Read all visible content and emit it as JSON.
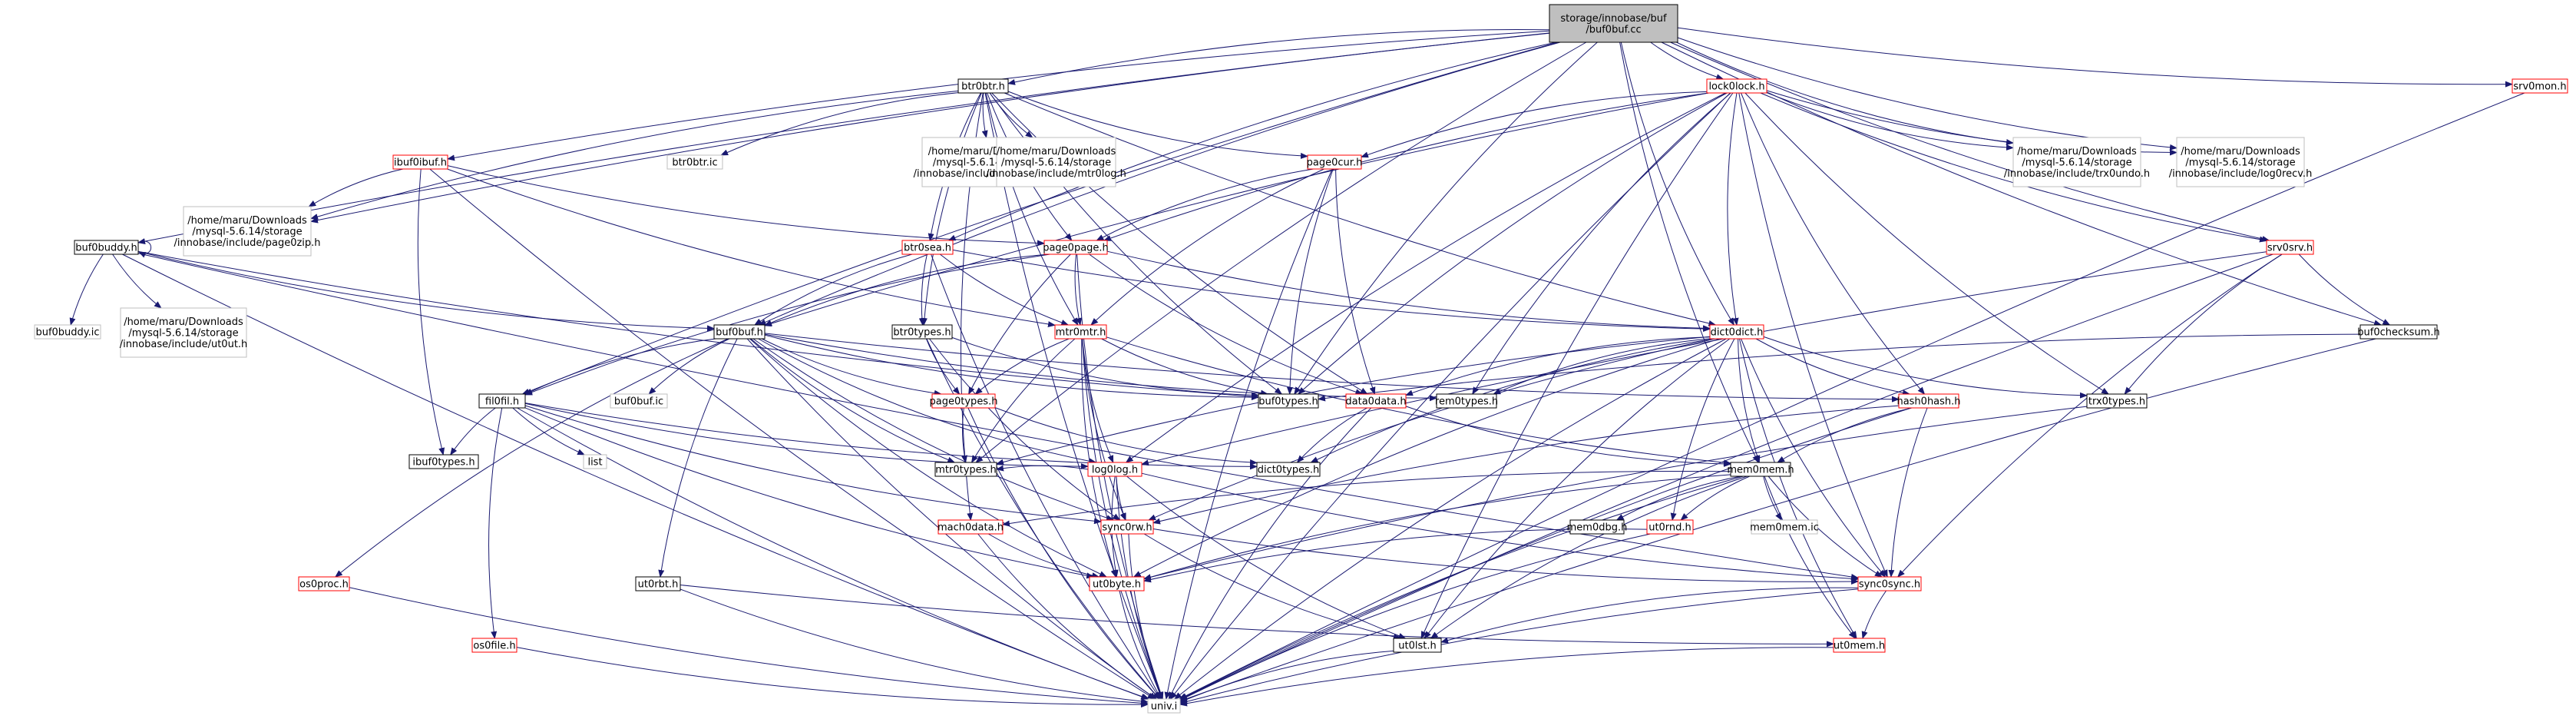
{
  "graph": {
    "colors": {
      "edge": "#191970",
      "border_default": "#000000",
      "border_red": "#ff0000",
      "border_gray": "#bfbfbf",
      "root_fill": "#bfbfbf",
      "node_fill": "#ffffff"
    },
    "nodes": {
      "root": {
        "lines": [
          "storage/innobase/buf",
          "/buf0buf.cc"
        ],
        "style": "root"
      },
      "btr0btr": {
        "lines": [
          "btr0btr.h"
        ],
        "style": "black"
      },
      "lock0lock": {
        "lines": [
          "lock0lock.h"
        ],
        "style": "red"
      },
      "srv0mon": {
        "lines": [
          "srv0mon.h"
        ],
        "style": "red"
      },
      "ibuf0ibuf": {
        "lines": [
          "ibuf0ibuf.h"
        ],
        "style": "red"
      },
      "btr0btr_ic": {
        "lines": [
          "btr0btr.ic"
        ],
        "style": "gray"
      },
      "rem0cmp": {
        "lines": [
          "/home/maru/Downloads",
          "/mysql-5.6.14/storage",
          "/innobase/include/rem0cmp.h"
        ],
        "style": "gray"
      },
      "mtr0log": {
        "lines": [
          "/home/maru/Downloads",
          "/mysql-5.6.14/storage",
          "/innobase/include/mtr0log.h"
        ],
        "style": "gray"
      },
      "page0cur": {
        "lines": [
          "page0cur.h"
        ],
        "style": "red"
      },
      "trx0undo": {
        "lines": [
          "/home/maru/Downloads",
          "/mysql-5.6.14/storage",
          "/innobase/include/trx0undo.h"
        ],
        "style": "gray"
      },
      "log0recv": {
        "lines": [
          "/home/maru/Downloads",
          "/mysql-5.6.14/storage",
          "/innobase/include/log0recv.h"
        ],
        "style": "gray"
      },
      "page0zip": {
        "lines": [
          "/home/maru/Downloads",
          "/mysql-5.6.14/storage",
          "/innobase/include/page0zip.h"
        ],
        "style": "gray"
      },
      "buf0buddy": {
        "lines": [
          "buf0buddy.h"
        ],
        "style": "black"
      },
      "btr0sea": {
        "lines": [
          "btr0sea.h"
        ],
        "style": "red"
      },
      "page0page": {
        "lines": [
          "page0page.h"
        ],
        "style": "red"
      },
      "srv0srv": {
        "lines": [
          "srv0srv.h"
        ],
        "style": "red"
      },
      "buf0buddy_ic": {
        "lines": [
          "buf0buddy.ic"
        ],
        "style": "gray"
      },
      "ut0ut": {
        "lines": [
          "/home/maru/Downloads",
          "/mysql-5.6.14/storage",
          "/innobase/include/ut0ut.h"
        ],
        "style": "gray"
      },
      "buf0buf": {
        "lines": [
          "buf0buf.h"
        ],
        "style": "black"
      },
      "btr0types": {
        "lines": [
          "btr0types.h"
        ],
        "style": "black"
      },
      "mtr0mtr": {
        "lines": [
          "mtr0mtr.h"
        ],
        "style": "red"
      },
      "dict0dict": {
        "lines": [
          "dict0dict.h"
        ],
        "style": "red"
      },
      "buf0checksum": {
        "lines": [
          "buf0checksum.h"
        ],
        "style": "black"
      },
      "fil0fil": {
        "lines": [
          "fil0fil.h"
        ],
        "style": "black"
      },
      "buf0buf_ic": {
        "lines": [
          "buf0buf.ic"
        ],
        "style": "gray"
      },
      "page0types": {
        "lines": [
          "page0types.h"
        ],
        "style": "red"
      },
      "buf0types": {
        "lines": [
          "buf0types.h"
        ],
        "style": "black"
      },
      "data0data": {
        "lines": [
          "data0data.h"
        ],
        "style": "red"
      },
      "rem0types": {
        "lines": [
          "rem0types.h"
        ],
        "style": "black"
      },
      "hash0hash": {
        "lines": [
          "hash0hash.h"
        ],
        "style": "red"
      },
      "trx0types": {
        "lines": [
          "trx0types.h"
        ],
        "style": "black"
      },
      "ibuf0types": {
        "lines": [
          "ibuf0types.h"
        ],
        "style": "black"
      },
      "list": {
        "lines": [
          "list"
        ],
        "style": "gray"
      },
      "mtr0types": {
        "lines": [
          "mtr0types.h"
        ],
        "style": "black"
      },
      "log0log": {
        "lines": [
          "log0log.h"
        ],
        "style": "red"
      },
      "dict0types": {
        "lines": [
          "dict0types.h"
        ],
        "style": "black"
      },
      "mem0mem": {
        "lines": [
          "mem0mem.h"
        ],
        "style": "black"
      },
      "mach0data": {
        "lines": [
          "mach0data.h"
        ],
        "style": "red"
      },
      "sync0rw": {
        "lines": [
          "sync0rw.h"
        ],
        "style": "red"
      },
      "ut0lst": {
        "lines": [
          "ut0lst.h"
        ],
        "style": "black"
      },
      "ut0rnd": {
        "lines": [
          "ut0rnd.h"
        ],
        "style": "red"
      },
      "mem0dbg": {
        "lines": [
          "mem0dbg.h"
        ],
        "style": "black"
      },
      "mem0mem_ic": {
        "lines": [
          "mem0mem.ic"
        ],
        "style": "gray"
      },
      "os0proc": {
        "lines": [
          "os0proc.h"
        ],
        "style": "red"
      },
      "ut0rbt": {
        "lines": [
          "ut0rbt.h"
        ],
        "style": "black"
      },
      "ut0byte": {
        "lines": [
          "ut0byte.h"
        ],
        "style": "red"
      },
      "sync0sync": {
        "lines": [
          "sync0sync.h"
        ],
        "style": "red"
      },
      "os0file": {
        "lines": [
          "os0file.h"
        ],
        "style": "red"
      },
      "ut0mem": {
        "lines": [
          "ut0mem.h"
        ],
        "style": "red"
      },
      "univ": {
        "lines": [
          "univ.i"
        ],
        "style": "gray"
      }
    },
    "edges": [
      [
        "root",
        "btr0btr"
      ],
      [
        "root",
        "lock0lock"
      ],
      [
        "root",
        "srv0mon"
      ],
      [
        "root",
        "ibuf0ibuf"
      ],
      [
        "root",
        "buf0buddy"
      ],
      [
        "root",
        "page0zip"
      ],
      [
        "root",
        "buf0buf"
      ],
      [
        "root",
        "fil0fil"
      ],
      [
        "root",
        "btr0sea"
      ],
      [
        "root",
        "buf0types"
      ],
      [
        "root",
        "dict0dict"
      ],
      [
        "root",
        "mem0mem"
      ],
      [
        "root",
        "srv0srv"
      ],
      [
        "root",
        "buf0checksum"
      ],
      [
        "root",
        "trx0undo"
      ],
      [
        "root",
        "log0recv"
      ],
      [
        "root",
        "mtr0types"
      ],
      [
        "btr0btr",
        "btr0btr_ic"
      ],
      [
        "btr0btr",
        "rem0cmp"
      ],
      [
        "btr0btr",
        "mtr0log"
      ],
      [
        "btr0btr",
        "page0cur"
      ],
      [
        "btr0btr",
        "page0zip"
      ],
      [
        "btr0btr",
        "btr0types"
      ],
      [
        "btr0btr",
        "mtr0mtr"
      ],
      [
        "btr0btr",
        "dict0dict"
      ],
      [
        "btr0btr",
        "data0data"
      ],
      [
        "btr0btr",
        "page0page"
      ],
      [
        "btr0btr",
        "buf0types"
      ],
      [
        "btr0btr",
        "btr0sea"
      ],
      [
        "btr0btr",
        "mach0data"
      ],
      [
        "btr0btr",
        "univ"
      ],
      [
        "lock0lock",
        "page0cur"
      ],
      [
        "lock0lock",
        "trx0undo"
      ],
      [
        "lock0lock",
        "log0recv"
      ],
      [
        "lock0lock",
        "dict0dict"
      ],
      [
        "lock0lock",
        "srv0srv"
      ],
      [
        "lock0lock",
        "hash0hash"
      ],
      [
        "lock0lock",
        "rem0types"
      ],
      [
        "lock0lock",
        "trx0types"
      ],
      [
        "lock0lock",
        "buf0types"
      ],
      [
        "lock0lock",
        "buf0buf"
      ],
      [
        "lock0lock",
        "sync0sync"
      ],
      [
        "lock0lock",
        "ut0lst"
      ],
      [
        "lock0lock",
        "page0page"
      ],
      [
        "lock0lock",
        "log0log"
      ],
      [
        "lock0lock",
        "univ"
      ],
      [
        "srv0mon",
        "univ"
      ],
      [
        "ibuf0ibuf",
        "page0zip"
      ],
      [
        "ibuf0ibuf",
        "page0page"
      ],
      [
        "ibuf0ibuf",
        "ibuf0types"
      ],
      [
        "ibuf0ibuf",
        "mtr0mtr"
      ],
      [
        "ibuf0ibuf",
        "univ"
      ],
      [
        "page0cur",
        "page0page"
      ],
      [
        "page0cur",
        "mtr0mtr"
      ],
      [
        "page0cur",
        "data0data"
      ],
      [
        "page0cur",
        "buf0types"
      ],
      [
        "page0cur",
        "univ"
      ],
      [
        "buf0buddy",
        "buf0buddy"
      ],
      [
        "buf0buddy",
        "buf0buddy_ic"
      ],
      [
        "buf0buddy",
        "ut0ut"
      ],
      [
        "buf0buddy",
        "buf0buf"
      ],
      [
        "buf0buddy",
        "buf0types"
      ],
      [
        "buf0buddy",
        "univ"
      ],
      [
        "buf0buddy",
        "sync0sync"
      ],
      [
        "btr0sea",
        "btr0types"
      ],
      [
        "btr0sea",
        "mtr0mtr"
      ],
      [
        "btr0sea",
        "buf0buf"
      ],
      [
        "btr0sea",
        "dict0dict"
      ],
      [
        "btr0sea",
        "univ"
      ],
      [
        "page0page",
        "buf0buf"
      ],
      [
        "page0page",
        "mtr0mtr"
      ],
      [
        "page0page",
        "dict0dict"
      ],
      [
        "page0page",
        "page0types"
      ],
      [
        "page0page",
        "data0data"
      ],
      [
        "page0page",
        "fil0fil"
      ],
      [
        "page0page",
        "univ"
      ],
      [
        "srv0srv",
        "trx0types"
      ],
      [
        "srv0srv",
        "buf0checksum"
      ],
      [
        "srv0srv",
        "sync0sync"
      ],
      [
        "srv0srv",
        "log0log"
      ],
      [
        "srv0srv",
        "univ"
      ],
      [
        "buf0buf",
        "buf0buf_ic"
      ],
      [
        "buf0buf",
        "fil0fil"
      ],
      [
        "buf0buf",
        "page0types"
      ],
      [
        "buf0buf",
        "buf0types"
      ],
      [
        "buf0buf",
        "rem0types"
      ],
      [
        "buf0buf",
        "hash0hash"
      ],
      [
        "buf0buf",
        "mtr0types"
      ],
      [
        "buf0buf",
        "log0log"
      ],
      [
        "buf0buf",
        "ut0rbt"
      ],
      [
        "buf0buf",
        "os0proc"
      ],
      [
        "buf0buf",
        "ut0byte"
      ],
      [
        "buf0buf",
        "sync0rw"
      ],
      [
        "buf0buf",
        "univ"
      ],
      [
        "btr0types",
        "page0types"
      ],
      [
        "btr0types",
        "buf0types"
      ],
      [
        "btr0types",
        "univ"
      ],
      [
        "btr0types",
        "sync0rw"
      ],
      [
        "mtr0mtr",
        "buf0types"
      ],
      [
        "mtr0mtr",
        "page0types"
      ],
      [
        "mtr0mtr",
        "mtr0types"
      ],
      [
        "mtr0mtr",
        "log0log"
      ],
      [
        "mtr0mtr",
        "sync0rw"
      ],
      [
        "mtr0mtr",
        "mem0mem"
      ],
      [
        "mtr0mtr",
        "ut0byte"
      ],
      [
        "mtr0mtr",
        "univ"
      ],
      [
        "dict0dict",
        "data0data"
      ],
      [
        "dict0dict",
        "dict0types"
      ],
      [
        "dict0dict",
        "hash0hash"
      ],
      [
        "dict0dict",
        "rem0types"
      ],
      [
        "dict0dict",
        "trx0types"
      ],
      [
        "dict0dict",
        "mem0mem"
      ],
      [
        "dict0dict",
        "sync0sync"
      ],
      [
        "dict0dict",
        "sync0rw"
      ],
      [
        "dict0dict",
        "ut0byte"
      ],
      [
        "dict0dict",
        "ut0lst"
      ],
      [
        "dict0dict",
        "ut0rnd"
      ],
      [
        "dict0dict",
        "ut0mem"
      ],
      [
        "dict0dict",
        "mtr0types"
      ],
      [
        "dict0dict",
        "univ"
      ],
      [
        "buf0checksum",
        "buf0types"
      ],
      [
        "buf0checksum",
        "univ"
      ],
      [
        "fil0fil",
        "ibuf0types"
      ],
      [
        "fil0fil",
        "list"
      ],
      [
        "fil0fil",
        "dict0types"
      ],
      [
        "fil0fil",
        "log0log"
      ],
      [
        "fil0fil",
        "os0file"
      ],
      [
        "fil0fil",
        "ut0byte"
      ],
      [
        "fil0fil",
        "univ"
      ],
      [
        "fil0fil",
        "sync0rw"
      ],
      [
        "page0types",
        "mtr0types"
      ],
      [
        "page0types",
        "dict0types"
      ],
      [
        "page0types",
        "univ"
      ],
      [
        "data0data",
        "dict0types"
      ],
      [
        "data0data",
        "mem0mem"
      ],
      [
        "data0data",
        "univ"
      ],
      [
        "hash0hash",
        "mem0mem"
      ],
      [
        "hash0hash",
        "sync0sync"
      ],
      [
        "hash0hash",
        "sync0rw"
      ],
      [
        "hash0hash",
        "univ"
      ],
      [
        "trx0types",
        "ut0byte"
      ],
      [
        "log0log",
        "mtr0types"
      ],
      [
        "log0log",
        "sync0sync"
      ],
      [
        "log0log",
        "sync0rw"
      ],
      [
        "log0log",
        "ut0byte"
      ],
      [
        "log0log",
        "ut0lst"
      ],
      [
        "log0log",
        "univ"
      ],
      [
        "mem0mem",
        "mach0data"
      ],
      [
        "mem0mem",
        "ut0rnd"
      ],
      [
        "mem0mem",
        "mem0dbg"
      ],
      [
        "mem0mem",
        "mem0mem_ic"
      ],
      [
        "mem0mem",
        "sync0sync"
      ],
      [
        "mem0mem",
        "ut0mem"
      ],
      [
        "mem0mem",
        "ut0lst"
      ],
      [
        "mem0mem",
        "ut0byte"
      ],
      [
        "mem0mem",
        "univ"
      ],
      [
        "mach0data",
        "ut0byte"
      ],
      [
        "mach0data",
        "univ"
      ],
      [
        "sync0rw",
        "ut0lst"
      ],
      [
        "sync0rw",
        "sync0sync"
      ],
      [
        "sync0rw",
        "univ"
      ],
      [
        "ut0rnd",
        "ut0byte"
      ],
      [
        "ut0rnd",
        "univ"
      ],
      [
        "os0proc",
        "univ"
      ],
      [
        "ut0rbt",
        "ut0mem"
      ],
      [
        "ut0rbt",
        "univ"
      ],
      [
        "ut0byte",
        "univ"
      ],
      [
        "sync0sync",
        "ut0lst"
      ],
      [
        "sync0sync",
        "ut0mem"
      ],
      [
        "sync0sync",
        "univ"
      ],
      [
        "os0file",
        "univ"
      ],
      [
        "ut0lst",
        "univ"
      ],
      [
        "ut0mem",
        "univ"
      ]
    ]
  }
}
